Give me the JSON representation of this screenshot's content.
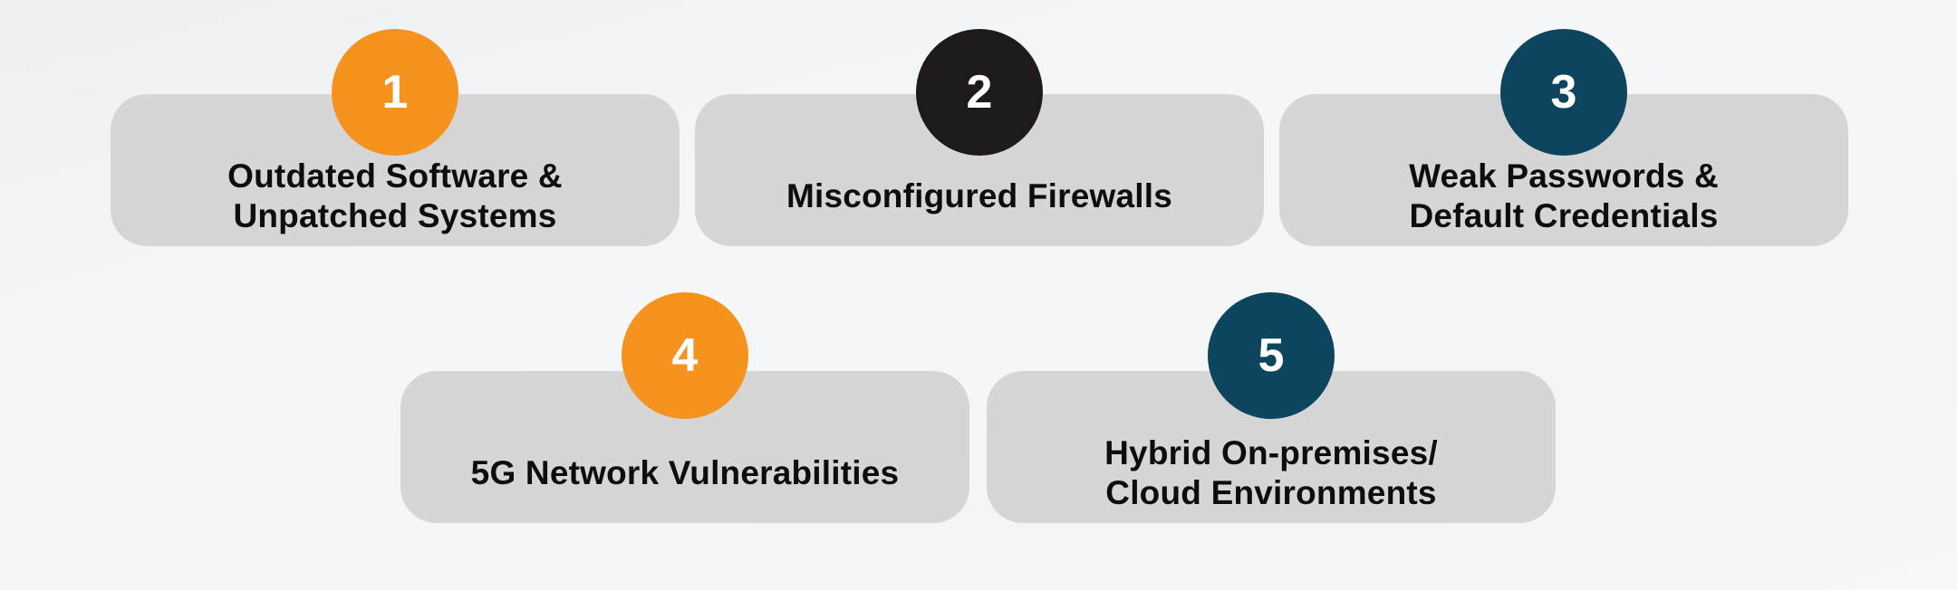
{
  "canvas": {
    "background": "#f4f6f7"
  },
  "colors": {
    "card_bg": "#d6d6d6",
    "title_text": "#0d0d0d",
    "badge_text": "#ffffff",
    "orange": "#f6921e",
    "charcoal": "#1e1a1a",
    "navy": "#0d455e"
  },
  "cards": [
    {
      "number": "1",
      "badge_color": "#f6921e",
      "lines": [
        "Outdated Software &",
        "Unpatched Systems"
      ]
    },
    {
      "number": "2",
      "badge_color": "#1e1a1a",
      "lines": [
        "Misconfigured Firewalls"
      ]
    },
    {
      "number": "3",
      "badge_color": "#0d455e",
      "lines": [
        "Weak Passwords &",
        "Default Credentials"
      ]
    },
    {
      "number": "4",
      "badge_color": "#f6921e",
      "lines": [
        "5G Network Vulnerabilities"
      ]
    },
    {
      "number": "5",
      "badge_color": "#0d455e",
      "lines": [
        "Hybrid On-premises/",
        "Cloud Environments"
      ]
    }
  ]
}
